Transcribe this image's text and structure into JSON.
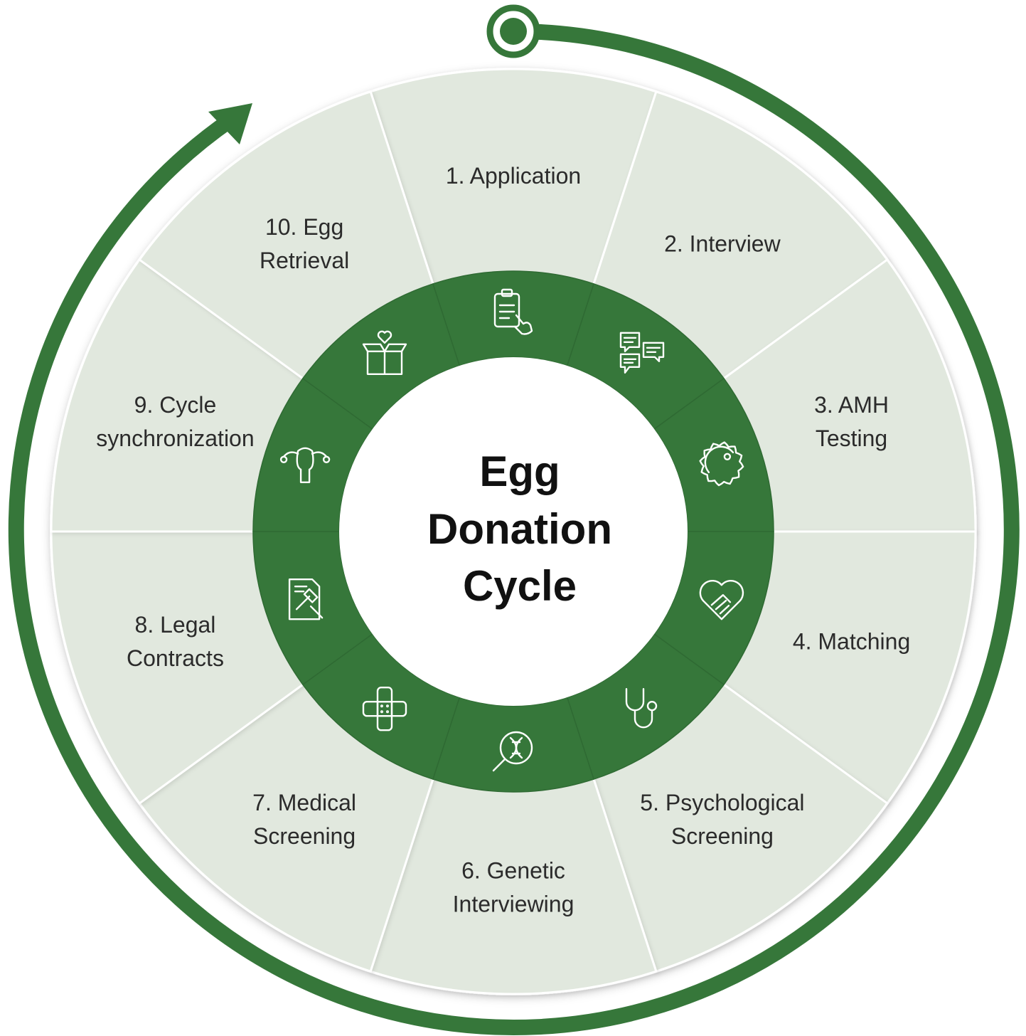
{
  "title_lines": [
    "Egg",
    "Donation",
    "Cycle"
  ],
  "steps": [
    {
      "lines": [
        "1. Application"
      ],
      "icon": "clipboard-hand-icon"
    },
    {
      "lines": [
        "2. Interview"
      ],
      "icon": "chat-bubbles-icon"
    },
    {
      "lines": [
        "3. AMH",
        "Testing"
      ],
      "icon": "egg-cell-icon"
    },
    {
      "lines": [
        "4. Matching"
      ],
      "icon": "heart-handshake-icon"
    },
    {
      "lines": [
        "5. Psychological",
        "Screening"
      ],
      "icon": "stethoscope-icon"
    },
    {
      "lines": [
        "6. Genetic",
        "Interviewing"
      ],
      "icon": "dna-magnifier-icon"
    },
    {
      "lines": [
        "7. Medical",
        "Screening"
      ],
      "icon": "bandage-icon"
    },
    {
      "lines": [
        "8. Legal",
        "Contracts"
      ],
      "icon": "legal-document-gavel-icon"
    },
    {
      "lines": [
        "9. Cycle",
        "synchronization"
      ],
      "icon": "uterus-icon"
    },
    {
      "lines": [
        "10. Egg",
        "Retrieval"
      ],
      "icon": "box-heart-icon"
    }
  ],
  "colors": {
    "ring": "#36773a",
    "segment_fill": "#e1e8de",
    "segment_divider": "#c5cec2",
    "center": "#ffffff",
    "text": "#2b2b2b",
    "title": "#111111"
  }
}
